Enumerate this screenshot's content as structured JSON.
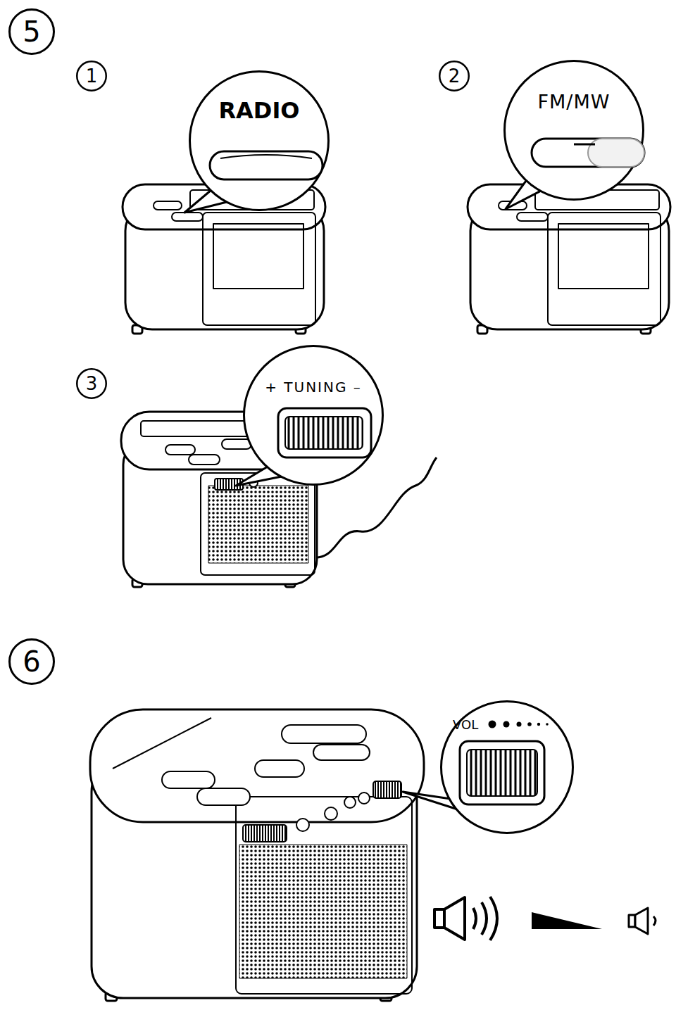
{
  "diagram": {
    "nodes": [
      {
        "text": [
          "5"
        ]
      },
      {
        "text": [
          "1"
        ]
      },
      {
        "text": [
          "RADIO"
        ]
      },
      {
        "text": [
          "2"
        ]
      },
      {
        "text": [
          "FM/MW"
        ]
      },
      {
        "text": [
          "3"
        ]
      },
      {
        "text": [
          "+ TUNING –"
        ]
      },
      {
        "text": [
          "6"
        ]
      },
      {
        "text": [
          "VOL"
        ]
      }
    ]
  }
}
